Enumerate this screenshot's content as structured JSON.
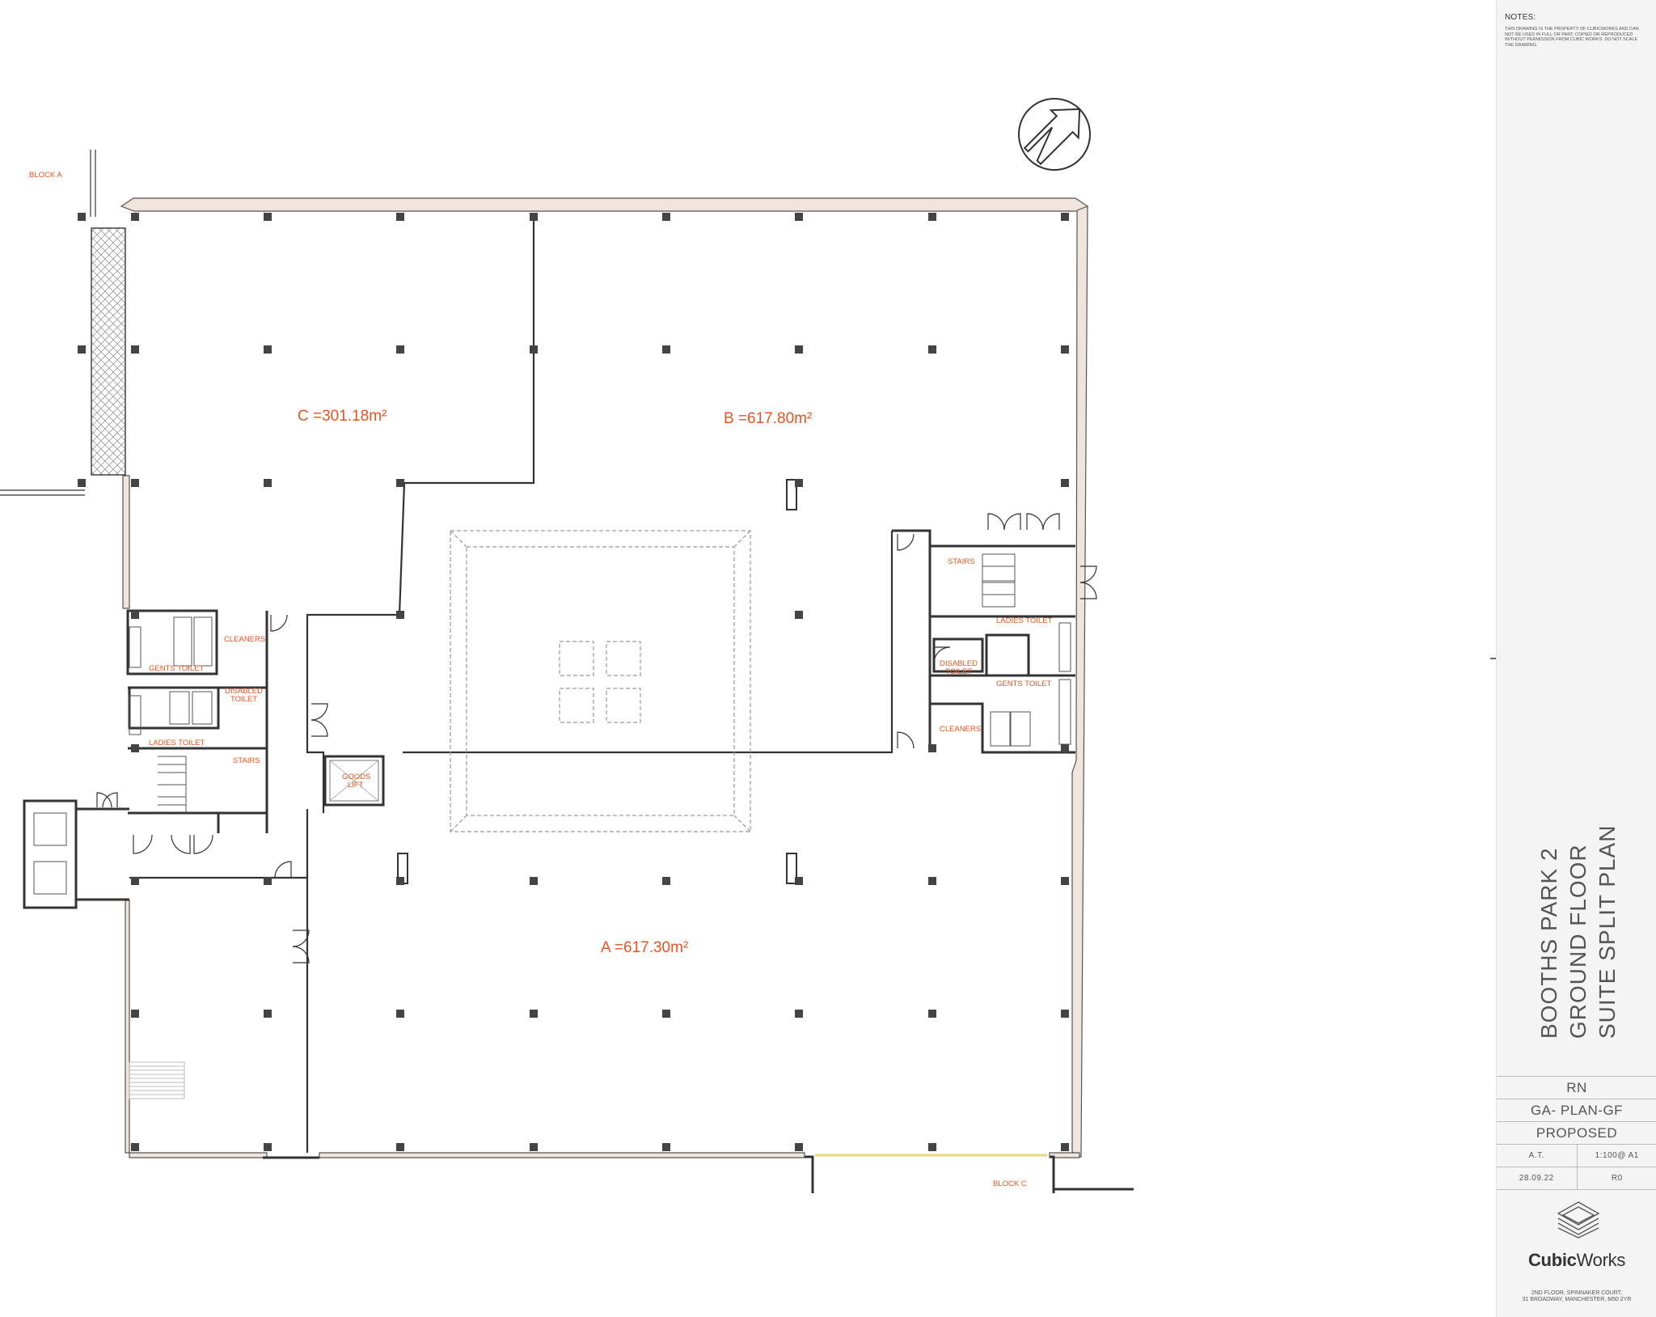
{
  "drawing": {
    "areas": {
      "c": "C =301.18m²",
      "b": "B =617.80m²",
      "a": "A =617.30m²"
    },
    "labels": {
      "block_a": "BLOCK A",
      "block_c": "BLOCK C",
      "cleaners_left": "CLEANERS",
      "gents_toilet_left": "GENTS TOILET",
      "disabled_toilet_left": "DISABLED TOILET",
      "ladies_toilet_left": "LADIES TOILET",
      "stairs_left": "STAIRS",
      "goods_lift": "GOODS LIFT",
      "stairs_right": "STAIRS",
      "ladies_toilet_right": "LADIES TOILET",
      "disabled_toilet_right": "DISABLED TOILET",
      "gents_toilet_right": "GENTS TOILET",
      "cleaners_right": "CLEANERS"
    },
    "colors": {
      "label": "#e8541e",
      "wall": "#333333",
      "column": "#444444",
      "facade_fill": "#efe5dc",
      "dashed": "#9a9a9a"
    }
  },
  "titleblock": {
    "notes_heading": "NOTES:",
    "notes_text": "THIS DRAWING IS THE PROPERTY OF CUBICWORKS AND CAN NOT BE USED IN FULL OR PART, COPIED OR REPRODUCED WITHOUT PERMISSION FROM CUBIC WORKS. DO NOT SCALE THE DRAWING.",
    "title_lines": [
      "BOOTHS PARK 2",
      "GROUND FLOOR",
      "SUITE SPLIT PLAN"
    ],
    "initials": "RN",
    "drawing_number": "GA- PLAN-GF",
    "status": "PROPOSED",
    "drawn_by": "A.T.",
    "scale": "1:100@ A1",
    "date": "28.09.22",
    "revision": "R0",
    "logo_name_bold": "Cubic",
    "logo_name_regular": "Works",
    "address_line1": "2ND FLOOR, SPINNAKER COURT,",
    "address_line2": "31 BROADWAY, MANCHESTER, M50 2YR",
    "logo_icon": "cube-stack-icon"
  },
  "north_arrow": {
    "icon": "north-arrow-icon"
  }
}
